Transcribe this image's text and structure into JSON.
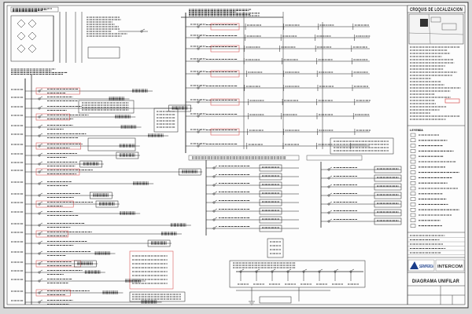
{
  "title_block": {
    "location_heading": "CROQUIS DE LOCALIZACION",
    "drawing_title": "DIAGRAMA UNIFILAR",
    "company_primary": "SERVIPERCA",
    "company_secondary": "INTERCOM"
  },
  "colors": {
    "paper": "#ffffff",
    "ink": "#1e1e1e",
    "highlight": "#d23a3a",
    "frame_bg": "#d9d9d9"
  },
  "icons": [
    "transformer-symbol",
    "breaker-symbol",
    "ground-symbol"
  ]
}
